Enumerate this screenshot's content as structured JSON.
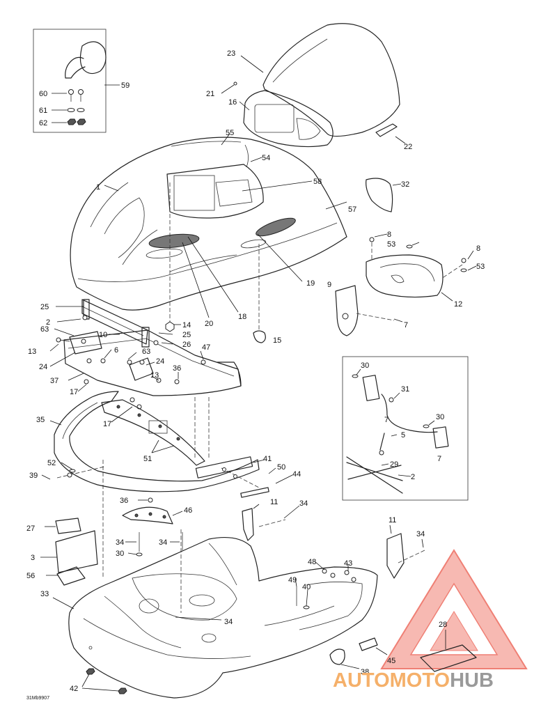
{
  "diagram_code": "31Mb9907",
  "watermark": {
    "part1": "AUTOMOTO",
    "part2": "HUB",
    "color_red": "#f28b82",
    "color_orange": "#f5b06a",
    "color_gray": "#9a9a9a"
  },
  "callouts": [
    {
      "id": "c1",
      "text": "1"
    },
    {
      "id": "c2a",
      "text": "2"
    },
    {
      "id": "c2b",
      "text": "2"
    },
    {
      "id": "c3",
      "text": "3"
    },
    {
      "id": "c5",
      "text": "5"
    },
    {
      "id": "c6",
      "text": "6"
    },
    {
      "id": "c7a",
      "text": "7"
    },
    {
      "id": "c7b",
      "text": "7"
    },
    {
      "id": "c7c",
      "text": "7"
    },
    {
      "id": "c8a",
      "text": "8"
    },
    {
      "id": "c8b",
      "text": "8"
    },
    {
      "id": "c9",
      "text": "9"
    },
    {
      "id": "c10",
      "text": "10"
    },
    {
      "id": "c11a",
      "text": "11"
    },
    {
      "id": "c11b",
      "text": "11"
    },
    {
      "id": "c12",
      "text": "12"
    },
    {
      "id": "c13a",
      "text": "13"
    },
    {
      "id": "c13b",
      "text": "13"
    },
    {
      "id": "c14",
      "text": "14"
    },
    {
      "id": "c15",
      "text": "15"
    },
    {
      "id": "c16",
      "text": "16"
    },
    {
      "id": "c17a",
      "text": "17"
    },
    {
      "id": "c17b",
      "text": "17"
    },
    {
      "id": "c18",
      "text": "18"
    },
    {
      "id": "c19",
      "text": "19"
    },
    {
      "id": "c20",
      "text": "20"
    },
    {
      "id": "c21",
      "text": "21"
    },
    {
      "id": "c22",
      "text": "22"
    },
    {
      "id": "c23",
      "text": "23"
    },
    {
      "id": "c24a",
      "text": "24"
    },
    {
      "id": "c24b",
      "text": "24"
    },
    {
      "id": "c25a",
      "text": "25"
    },
    {
      "id": "c25b",
      "text": "25"
    },
    {
      "id": "c26",
      "text": "26"
    },
    {
      "id": "c27",
      "text": "27"
    },
    {
      "id": "c28",
      "text": "28"
    },
    {
      "id": "c29",
      "text": "29"
    },
    {
      "id": "c30a",
      "text": "30"
    },
    {
      "id": "c30b",
      "text": "30"
    },
    {
      "id": "c30c",
      "text": "30"
    },
    {
      "id": "c31",
      "text": "31"
    },
    {
      "id": "c32",
      "text": "32"
    },
    {
      "id": "c33",
      "text": "33"
    },
    {
      "id": "c34a",
      "text": "34"
    },
    {
      "id": "c34b",
      "text": "34"
    },
    {
      "id": "c34c",
      "text": "34"
    },
    {
      "id": "c34d",
      "text": "34"
    },
    {
      "id": "c34e",
      "text": "34"
    },
    {
      "id": "c35",
      "text": "35"
    },
    {
      "id": "c36a",
      "text": "36"
    },
    {
      "id": "c36b",
      "text": "36"
    },
    {
      "id": "c37",
      "text": "37"
    },
    {
      "id": "c38",
      "text": "38"
    },
    {
      "id": "c39",
      "text": "39"
    },
    {
      "id": "c40",
      "text": "40"
    },
    {
      "id": "c41",
      "text": "41"
    },
    {
      "id": "c42",
      "text": "42"
    },
    {
      "id": "c43",
      "text": "43"
    },
    {
      "id": "c44",
      "text": "44"
    },
    {
      "id": "c45",
      "text": "45"
    },
    {
      "id": "c46",
      "text": "46"
    },
    {
      "id": "c47",
      "text": "47"
    },
    {
      "id": "c48",
      "text": "48"
    },
    {
      "id": "c49",
      "text": "49"
    },
    {
      "id": "c50",
      "text": "50"
    },
    {
      "id": "c51",
      "text": "51"
    },
    {
      "id": "c52",
      "text": "52"
    },
    {
      "id": "c53a",
      "text": "53"
    },
    {
      "id": "c53b",
      "text": "53"
    },
    {
      "id": "c54",
      "text": "54"
    },
    {
      "id": "c55",
      "text": "55"
    },
    {
      "id": "c56",
      "text": "56"
    },
    {
      "id": "c57",
      "text": "57"
    },
    {
      "id": "c58",
      "text": "58"
    },
    {
      "id": "c59",
      "text": "59"
    },
    {
      "id": "c60",
      "text": "60"
    },
    {
      "id": "c61",
      "text": "61"
    },
    {
      "id": "c62",
      "text": "62"
    },
    {
      "id": "c63a",
      "text": "63"
    },
    {
      "id": "c63b",
      "text": "63"
    }
  ]
}
